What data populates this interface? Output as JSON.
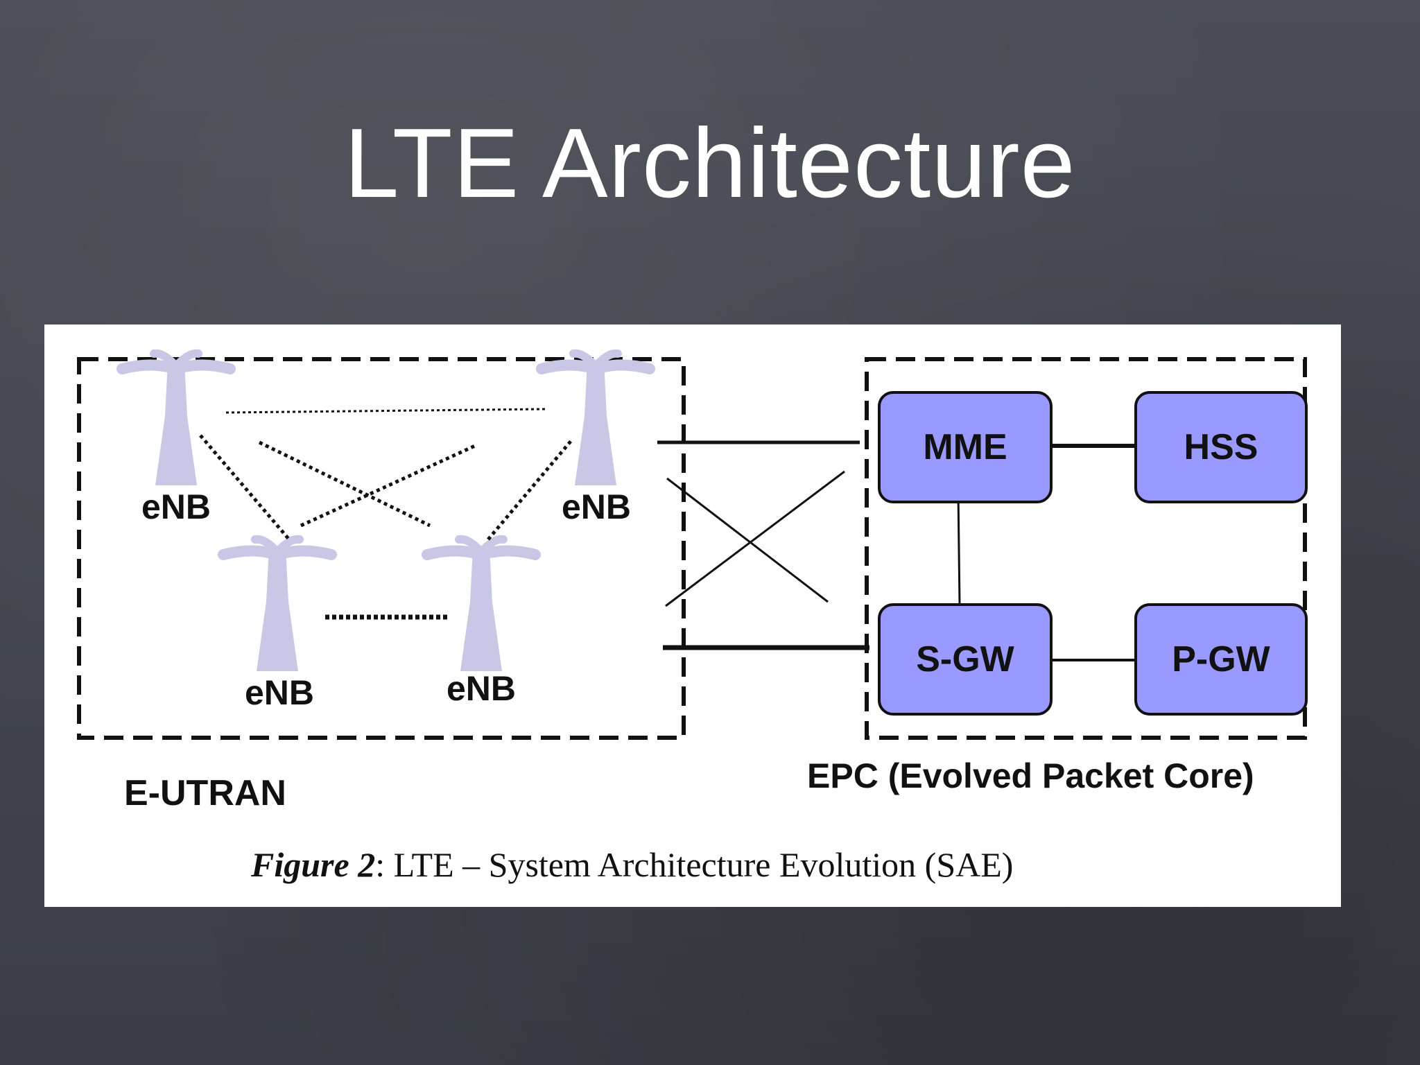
{
  "slide": {
    "title": "LTE Architecture"
  },
  "diagram": {
    "enb_label": "eNB",
    "eutran_label": "E-UTRAN",
    "epc_label": "EPC (Evolved Packet Core)",
    "nodes": {
      "mme": "MME",
      "hss": "HSS",
      "sgw": "S-GW",
      "pgw": "P-GW"
    },
    "caption": {
      "prefix": "Figure 2",
      "text": ": LTE – System Architecture Evolution (SAE)"
    },
    "colors": {
      "node_fill": "#9999ff",
      "antenna_fill": "#c8c8e6",
      "background": "#444750"
    }
  }
}
